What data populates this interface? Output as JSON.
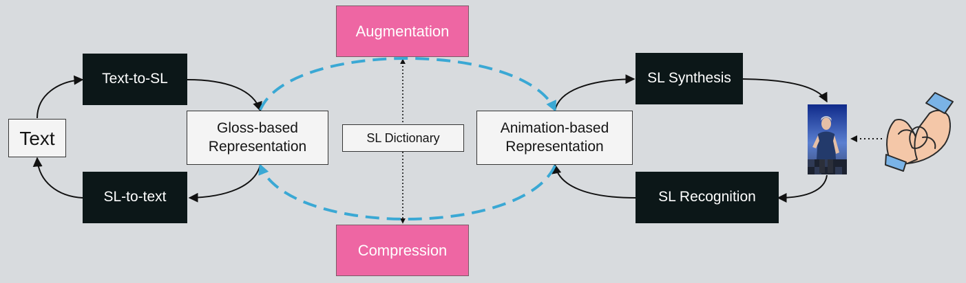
{
  "nodes": {
    "text": "Text",
    "text_to_sl": "Text-to-SL",
    "sl_to_text": "SL-to-text",
    "gloss": "Gloss-based\nRepresentation",
    "dictionary": "SL Dictionary",
    "augmentation": "Augmentation",
    "compression": "Compression",
    "animation": "Animation-based\nRepresentation",
    "synthesis": "SL Synthesis",
    "recognition": "SL Recognition"
  },
  "icons": [
    "avatar-icon",
    "signing-hands-icon"
  ],
  "colors": {
    "background": "#d8dbde",
    "dark_box": "#0c1718",
    "pink_box": "#ee66a3",
    "dashed_cycle": "#3aa8d4",
    "arrow": "#111111"
  }
}
